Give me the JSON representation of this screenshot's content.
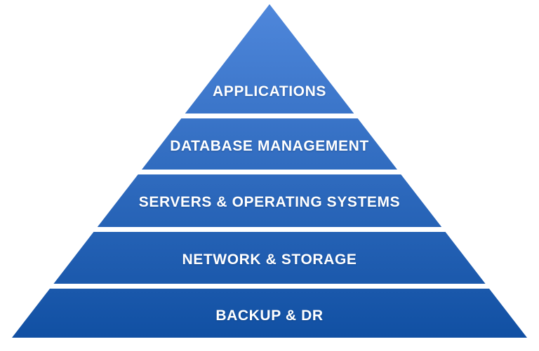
{
  "diagram": {
    "type": "pyramid",
    "layers": [
      {
        "label": "APPLICATIONS"
      },
      {
        "label": "DATABASE MANAGEMENT"
      },
      {
        "label": "SERVERS & OPERATING SYSTEMS"
      },
      {
        "label": "NETWORK & STORAGE"
      },
      {
        "label": "BACKUP & DR"
      }
    ],
    "colors": {
      "gradient_top": "#4F87DB",
      "gradient_bottom": "#1150A3",
      "background": "#FFFFFF",
      "label_text": "#FFFFFF"
    }
  }
}
